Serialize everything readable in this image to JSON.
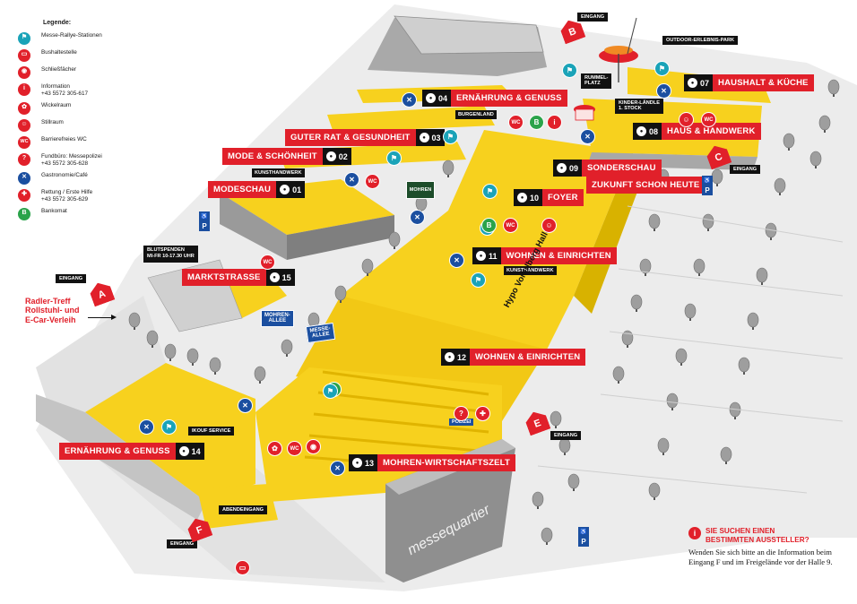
{
  "legend": {
    "title": "Legende:",
    "items": [
      {
        "icon": "rally-flag-icon",
        "color": "#1aa3b8",
        "label": "Messe-Rallye-Stationen"
      },
      {
        "icon": "bus-icon",
        "color": "#e1202a",
        "label": "Bushaltestelle"
      },
      {
        "icon": "locker-icon",
        "color": "#e1202a",
        "label": "Schließfächer"
      },
      {
        "icon": "info-icon",
        "color": "#e1202a",
        "label": "Information",
        "detail": "+43 5572 305-617"
      },
      {
        "icon": "diaper-icon",
        "color": "#e1202a",
        "label": "Wickelraum"
      },
      {
        "icon": "nursing-icon",
        "color": "#e1202a",
        "label": "Stillraum"
      },
      {
        "icon": "wc-icon",
        "color": "#e1202a",
        "label": "Barrierefreies WC"
      },
      {
        "icon": "lost-found-icon",
        "color": "#e1202a",
        "label": "Fundbüro: Messepolizei",
        "detail": "+43 5572 305-628"
      },
      {
        "icon": "cutlery-icon",
        "color": "#1b4fa0",
        "label": "Gastronomie/Café"
      },
      {
        "icon": "first-aid-icon",
        "color": "#e1202a",
        "label": "Rettung / Erste Hilfe",
        "detail": "+43 5572 305-629"
      },
      {
        "icon": "atm-icon",
        "color": "#2aa34a",
        "label": "Bankomat"
      }
    ]
  },
  "halls": [
    {
      "id": "h04",
      "no": "04",
      "name": "ERNÄHRUNG & GENUSS",
      "sub": "BURGENLAND"
    },
    {
      "id": "h03",
      "no": "03",
      "name": "GUTER RAT & GESUNDHEIT",
      "sub": ""
    },
    {
      "id": "h02",
      "no": "02",
      "name": "MODE & SCHÖNHEIT",
      "sub": "KUNSTHANDWERK"
    },
    {
      "id": "h01",
      "no": "01",
      "name": "MODESCHAU",
      "sub": ""
    },
    {
      "id": "h15",
      "no": "15",
      "name": "MARKTSTRASSE",
      "sub": ""
    },
    {
      "id": "h07",
      "no": "07",
      "name": "HAUSHALT & KÜCHE",
      "sub": ""
    },
    {
      "id": "h08",
      "no": "08",
      "name": "HAUS & HANDWERK",
      "sub": ""
    },
    {
      "id": "h09",
      "no": "09",
      "name": "SONDERSCHAU",
      "sub": "ZUKUNFT SCHON HEUTE"
    },
    {
      "id": "h10",
      "no": "10",
      "name": "FOYER",
      "sub": ""
    },
    {
      "id": "h11",
      "no": "11",
      "name": "WOHNEN & EINRICHTEN",
      "sub": "KUNSTHANDWERK"
    },
    {
      "id": "h12",
      "no": "12",
      "name": "WOHNEN & EINRICHTEN",
      "sub": ""
    },
    {
      "id": "h13",
      "no": "13",
      "name": "MOHREN-WIRTSCHAFTSZELT",
      "sub": ""
    },
    {
      "id": "h14",
      "no": "14",
      "name": "ERNÄHRUNG & GENUSS",
      "sub": ""
    }
  ],
  "entrances": {
    "A": {
      "letter": "A",
      "label": "EINGANG"
    },
    "B": {
      "letter": "B",
      "label": "EINGANG"
    },
    "C": {
      "letter": "C",
      "label": "EINGANG"
    },
    "E": {
      "letter": "E",
      "label": "EINGANG"
    },
    "F": {
      "letter": "F",
      "label": "EINGANG",
      "extra": "ABENDEINGANG"
    }
  },
  "places": {
    "outdoor": "OUTDOOR-ERLEBNIS-PARK",
    "rummelplatz": "RUMMEL-\nPLATZ",
    "kinderlaendle": "KINDER-LÄNDLE\n1. STOCK",
    "blutspenden": "BLUTSPENDEN\nMI-FR 10-17.30 UHR",
    "ikouf": "IKOUF SERVICE",
    "hypo": "Hypo Vorarlberg Halle",
    "messequartier": "messequartier",
    "mohrenallee": "MOHREN-\nALLEE",
    "messeallee": "MESSE-\nALLEE",
    "mohren_logo": "MOHREN",
    "polizei": "POLIZEI",
    "radler": "Radler-Treff\nRollstuhl- und\nE-Car-Verleih"
  },
  "info": {
    "heading": "SIE SUCHEN EINEN\nBESTIMMTEN AUSSTELLER?",
    "body": "Wenden Sie sich bitte an die Information beim Eingang F und im Freigelände vor der Halle 9."
  },
  "colors": {
    "yellow": "#f7d11e",
    "yellow_dark": "#e0b400",
    "red": "#e1202a",
    "teal": "#1aa3b8",
    "blue": "#1b4fa0",
    "green": "#2aa34a",
    "ground": "#e7e7e7",
    "building_gray": "#bdbdbd"
  }
}
